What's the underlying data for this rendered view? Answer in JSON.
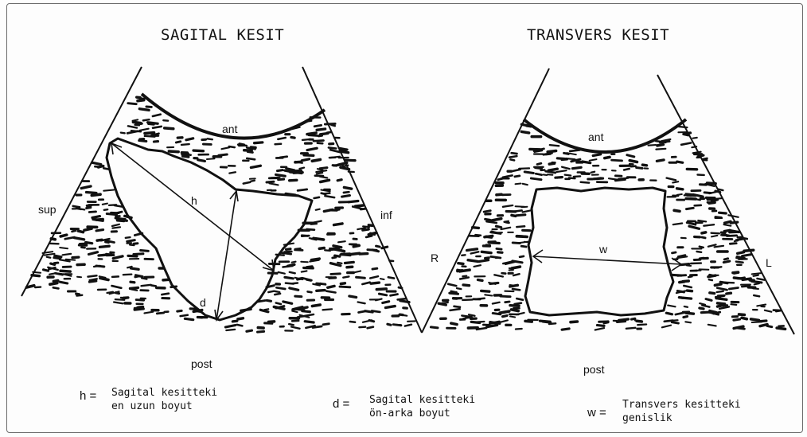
{
  "sagittal": {
    "title": "SAGITAL KESIT",
    "labels": {
      "ant": "ant",
      "post": "post",
      "sup": "sup",
      "inf": "inf",
      "h": "h",
      "d": "d"
    }
  },
  "transverse": {
    "title": "TRANSVERS KESIT",
    "labels": {
      "ant": "ant",
      "post": "post",
      "r": "R",
      "l": "L",
      "w": "w"
    }
  },
  "legend": {
    "h": {
      "symbol": "h =",
      "line1": "Sagital kesitteki",
      "line2": "en uzun boyut"
    },
    "d": {
      "symbol": "d =",
      "line1": "Sagital kesitteki",
      "line2": "ön-arka boyut"
    },
    "w": {
      "symbol": "w =",
      "line1": "Transvers kesitteki",
      "line2": "genislik"
    }
  }
}
